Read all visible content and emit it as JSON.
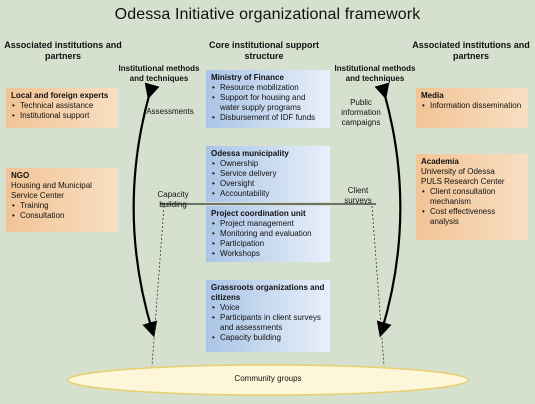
{
  "title": "Odessa Initiative organizational framework",
  "left_header": "Associated institutions and partners",
  "center_header": "Core institutional support structure",
  "right_header": "Associated institutions and partners",
  "left_methods_header": "Institutional methods and techniques",
  "right_methods_header": "Institutional methods and techniques",
  "left_partners": [
    {
      "title": "Local and foreign experts",
      "lines": [],
      "bullets": [
        "Technical assistance",
        "Institutional support"
      ]
    },
    {
      "title": "NGO",
      "lines": [
        "Housing and Municipal",
        "Service Center"
      ],
      "bullets": [
        "Training",
        "Consultation"
      ]
    }
  ],
  "right_partners": [
    {
      "title": "Media",
      "lines": [],
      "bullets": [
        "Information dissemination"
      ]
    },
    {
      "title": "Academia",
      "lines": [
        "University of Odessa",
        "PULS Research Center"
      ],
      "bullets": [
        "Client consultation mechanism",
        "Cost effectiveness analysis"
      ]
    }
  ],
  "core_units": [
    {
      "title": "Ministry of Finance",
      "bullets": [
        "Resource mobilization",
        "Support for housing and water supply programs",
        "Disbursement of IDF funds"
      ]
    },
    {
      "title": "Odessa municipality",
      "bullets": [
        "Ownership",
        "Service delivery",
        "Oversight",
        "Accountability"
      ]
    },
    {
      "title": "Project coordination unit",
      "bullets": [
        "Project management",
        "Monitoring and evaluation",
        "Participation",
        "Workshops"
      ]
    },
    {
      "title": "Grassroots organizations and citizens",
      "bullets": [
        "Voice",
        "Participants in client surveys and assessments",
        "Capacity building"
      ]
    }
  ],
  "left_methods": [
    "Assessments",
    "Capacity building"
  ],
  "right_methods": [
    "Public information campaigns",
    "Client surveys"
  ],
  "base_label": "Community groups",
  "colors": {
    "background": "#d6e0cf",
    "partner_box": "#f5d0aa",
    "core_box": "#c4d7ef",
    "ellipse": "#fdf6d8"
  }
}
